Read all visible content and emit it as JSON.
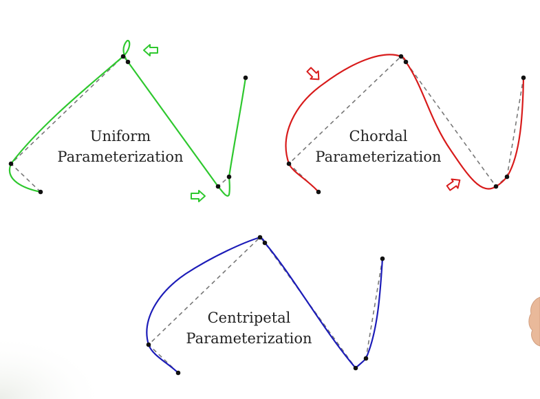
{
  "panels": [
    {
      "id": "uniform",
      "title_line1": "Uniform",
      "title_line2": "Parameterization",
      "color": "#2ec82e"
    },
    {
      "id": "chordal",
      "title_line1": "Chordal",
      "title_line2": "Parameterization",
      "color": "#d81b1b"
    },
    {
      "id": "centripetal",
      "title_line1": "Centripetal",
      "title_line2": "Parameterization",
      "color": "#1c1cb8"
    }
  ],
  "style": {
    "control_polygon_color": "#777777",
    "control_point_color": "#111111",
    "background": "#ffffff"
  }
}
